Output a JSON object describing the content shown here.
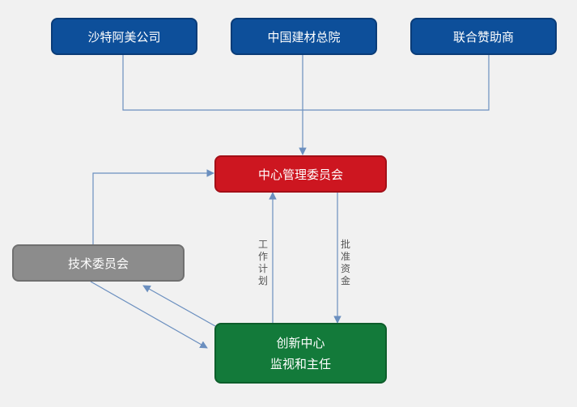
{
  "nodes": {
    "saudi_aramco": "沙特阿美公司",
    "cnbm": "中国建材总院",
    "sponsors": "联合赞助商",
    "management_committee": "中心管理委员会",
    "technical_committee": "技术委员会",
    "innovation_center_line1": "创新中心",
    "innovation_center_line2": "监视和主任"
  },
  "edge_labels": {
    "work_plan": "工作计划",
    "approve_funds": "批准资金"
  },
  "colors": {
    "background": "#f1f1f1",
    "blue_node": "#0d4f9a",
    "red_node": "#cd1620",
    "gray_node": "#8c8c8c",
    "green_node": "#137a3a",
    "connector": "#6b8fbf"
  }
}
